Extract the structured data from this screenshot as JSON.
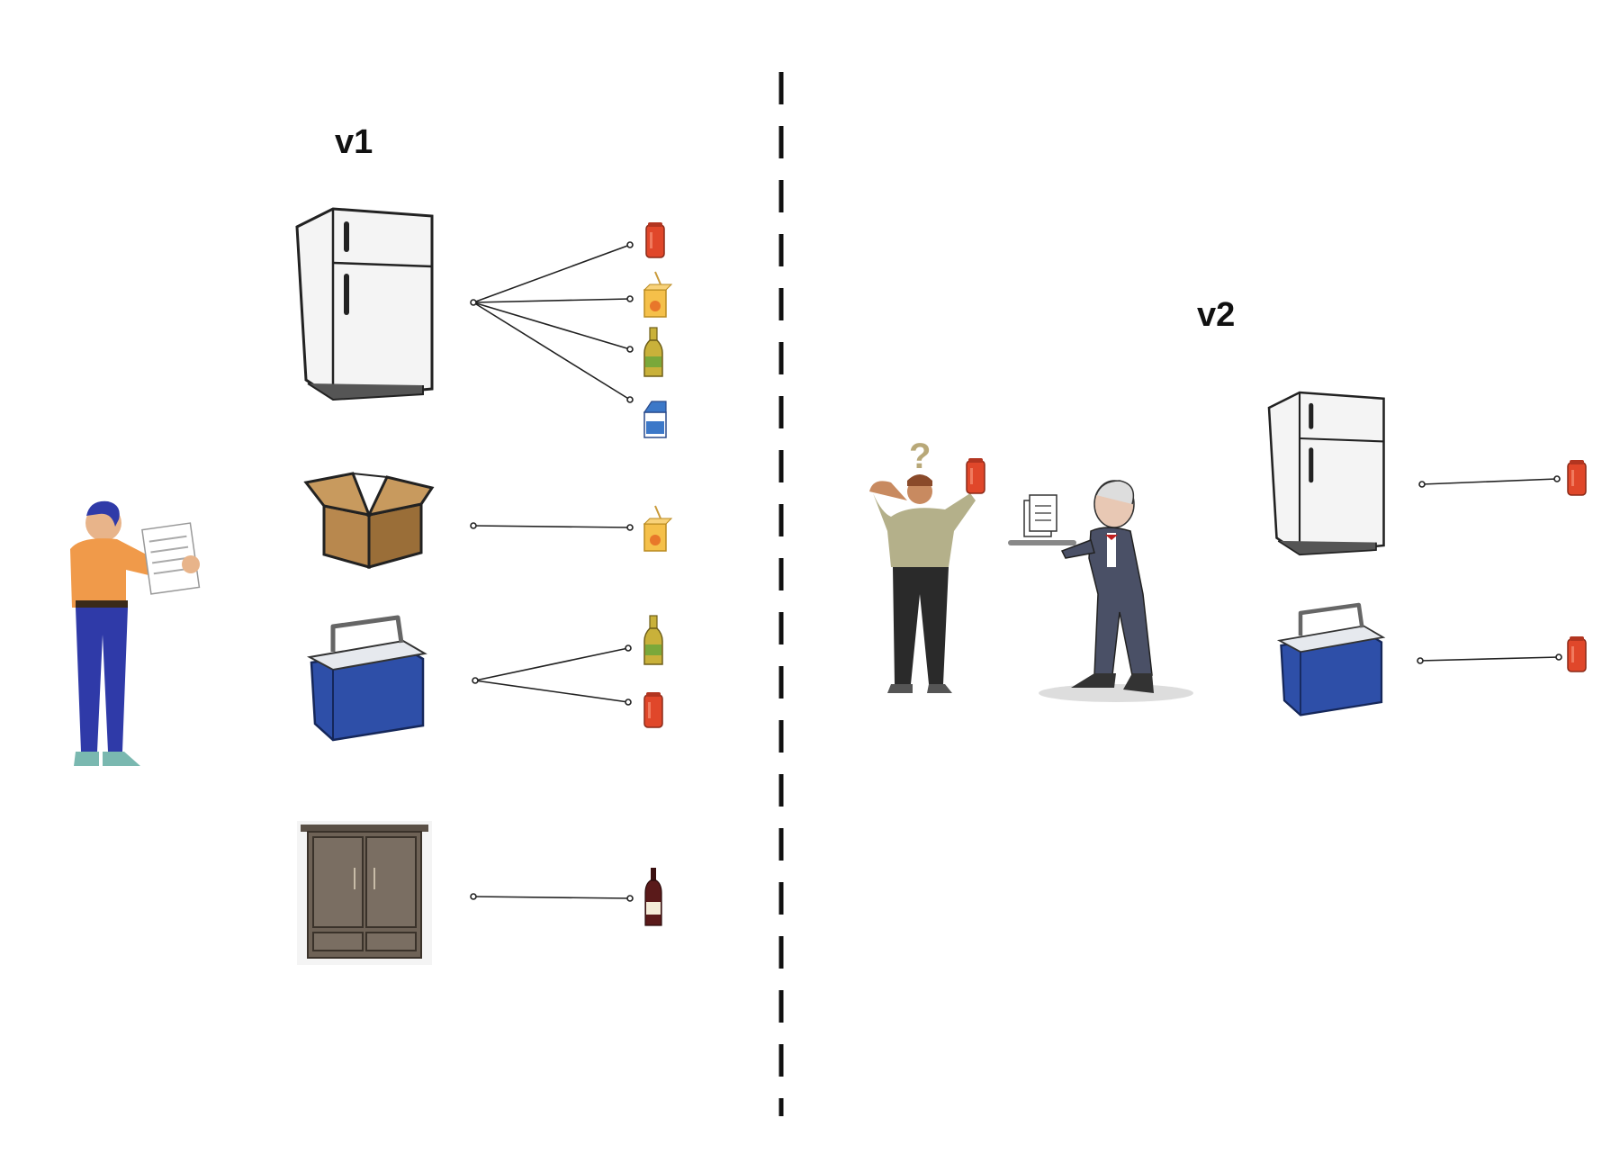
{
  "sections": {
    "left": {
      "title": "v1"
    },
    "right": {
      "title": "v2"
    }
  },
  "containers": {
    "fridge": {
      "name": "refrigerator",
      "icon": "refrigerator-icon"
    },
    "box": {
      "name": "cardboard box",
      "icon": "box-icon"
    },
    "cooler": {
      "name": "cooler",
      "icon": "cooler-icon"
    },
    "cabinet": {
      "name": "cabinet",
      "icon": "cabinet-icon"
    }
  },
  "drinks": {
    "can": {
      "icon": "soda-can-icon",
      "color": "#e0472a"
    },
    "juice": {
      "icon": "juice-box-icon",
      "color": "#f5c04a"
    },
    "beer": {
      "icon": "beer-bottle-icon",
      "color": "#c9b13a"
    },
    "milk": {
      "icon": "milk-carton-icon",
      "color": "#3c78c8"
    },
    "wine": {
      "icon": "wine-bottle-icon",
      "color": "#5a1a1a"
    }
  },
  "v1_links": [
    {
      "from": "fridge",
      "to": [
        "can",
        "juice",
        "beer",
        "milk"
      ]
    },
    {
      "from": "box",
      "to": [
        "juice"
      ]
    },
    {
      "from": "cooler",
      "to": [
        "beer",
        "can"
      ]
    },
    {
      "from": "cabinet",
      "to": [
        "wine"
      ]
    }
  ],
  "v2_links": [
    {
      "from": "fridge",
      "to": [
        "can"
      ]
    },
    {
      "from": "cooler",
      "to": [
        "can"
      ]
    }
  ],
  "people": {
    "reader": {
      "icon": "person-reading-list-icon"
    },
    "customer": {
      "icon": "confused-person-icon",
      "thought": "?"
    },
    "butler": {
      "icon": "butler-icon"
    }
  },
  "colors": {
    "divider": "#111111",
    "shirt_orange": "#f09a4a",
    "pants_blue": "#2f3aa8",
    "cooler_blue": "#2e4fa8"
  }
}
